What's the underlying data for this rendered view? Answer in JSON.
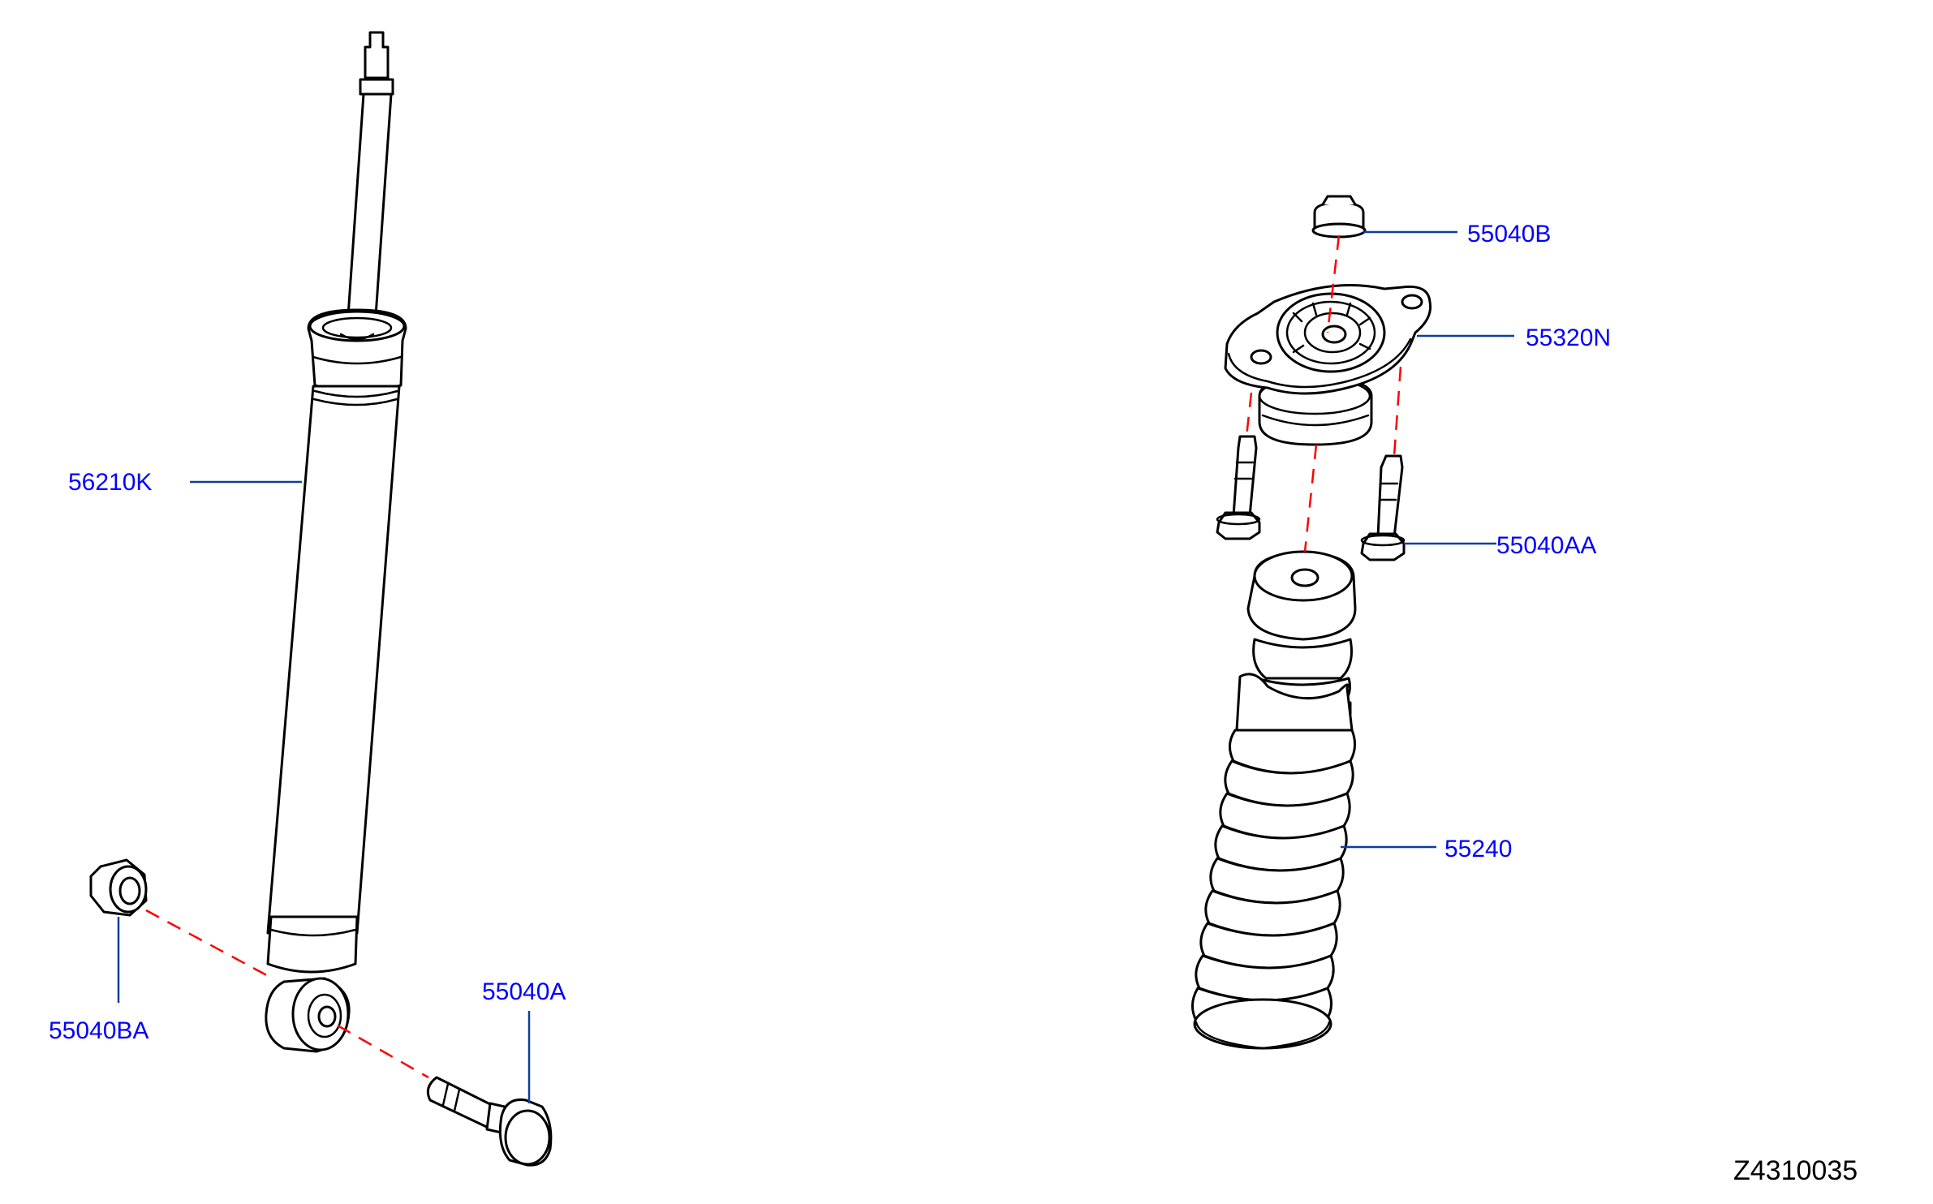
{
  "colors": {
    "callout_text": "#0000ff",
    "leader_line": "#0a3f9e",
    "assembly_axis": "#ff0000",
    "part_outline": "#000000"
  },
  "callouts": {
    "shock_absorber": "56210K",
    "lower_washer": "55040BA",
    "lower_bolt": "55040A",
    "upper_nut": "55040B",
    "mount_insulator": "55320N",
    "mount_bolt": "55040AA",
    "bound_bumper": "55240"
  },
  "diagram_code": "Z4310035"
}
